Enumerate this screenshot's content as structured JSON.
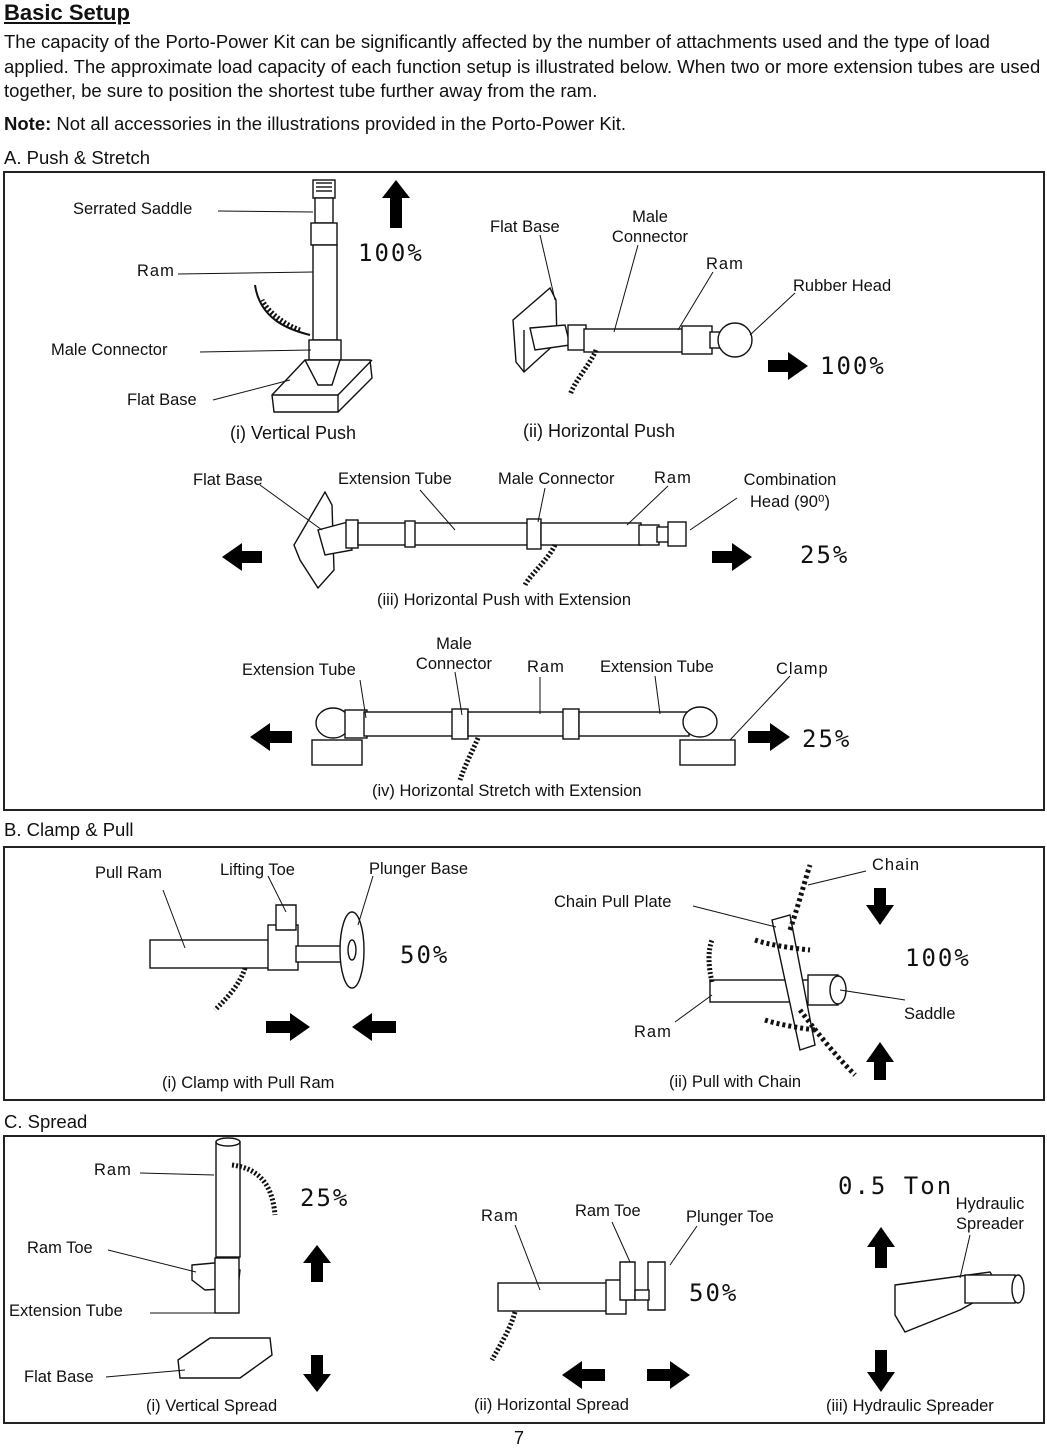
{
  "header": {
    "title": "Basic Setup",
    "intro": "The capacity of the Porto-Power Kit can be significantly affected by the number of attachments used and the type of load applied. The approximate load capacity of each function setup is illustrated below. When two or more extension tubes are used together, be sure to position the shortest tube further away from the ram.",
    "note_label": "Note:",
    "note_text": " Not all accessories in the illustrations provided in the Porto-Power Kit."
  },
  "sectionA": {
    "heading": "A. Push & Stretch",
    "vertical_push": {
      "caption": "(i) Vertical Push",
      "percent": "100%",
      "labels": {
        "serrated_saddle": "Serrated Saddle",
        "ram": "Ram",
        "male_connector": "Male Connector",
        "flat_base": "Flat Base"
      }
    },
    "horizontal_push": {
      "caption": "(ii) Horizontal Push",
      "percent": "100%",
      "labels": {
        "flat_base": "Flat Base",
        "male_connector": "Male\nConnector",
        "ram": "Ram",
        "rubber_head": "Rubber Head"
      }
    },
    "horizontal_push_ext": {
      "caption": "(iii) Horizontal Push with Extension",
      "percent": "25%",
      "labels": {
        "flat_base": "Flat Base",
        "extension_tube": "Extension Tube",
        "male_connector": "Male Connector",
        "ram": "Ram",
        "combination_head": "Combination",
        "combination_head_2": "Head (90⁰)"
      }
    },
    "horizontal_stretch_ext": {
      "caption": "(iv) Horizontal Stretch with Extension",
      "percent": "25%",
      "labels": {
        "extension_tube_left": "Extension Tube",
        "male_connector": "Male\nConnector",
        "ram": "Ram",
        "extension_tube_right": "Extension Tube",
        "clamp": "Clamp"
      }
    }
  },
  "sectionB": {
    "heading": "B. Clamp & Pull",
    "clamp_pull_ram": {
      "caption": "(i) Clamp with Pull Ram",
      "percent": "50%",
      "labels": {
        "pull_ram": "Pull Ram",
        "lifting_toe": "Lifting Toe",
        "plunger_base": "Plunger Base"
      }
    },
    "pull_chain": {
      "caption": "(ii) Pull with Chain",
      "percent": "100%",
      "labels": {
        "chain": "Chain",
        "chain_pull_plate": "Chain Pull Plate",
        "ram": "Ram",
        "saddle": "Saddle"
      }
    }
  },
  "sectionC": {
    "heading": "C. Spread",
    "vertical_spread": {
      "caption": "(i) Vertical Spread",
      "percent": "25%",
      "labels": {
        "ram": "Ram",
        "ram_toe": "Ram Toe",
        "extension_tube": "Extension Tube",
        "flat_base": "Flat Base"
      }
    },
    "horizontal_spread": {
      "caption": "(ii) Horizontal Spread",
      "percent": "50%",
      "labels": {
        "ram": "Ram",
        "ram_toe": "Ram Toe",
        "plunger_toe": "Plunger Toe"
      }
    },
    "hydraulic_spreader": {
      "caption": "(iii) Hydraulic Spreader",
      "tonnage": "0.5 Ton",
      "labels": {
        "hydraulic_spreader": "Hydraulic\nSpreader"
      }
    }
  },
  "page_number": "7"
}
